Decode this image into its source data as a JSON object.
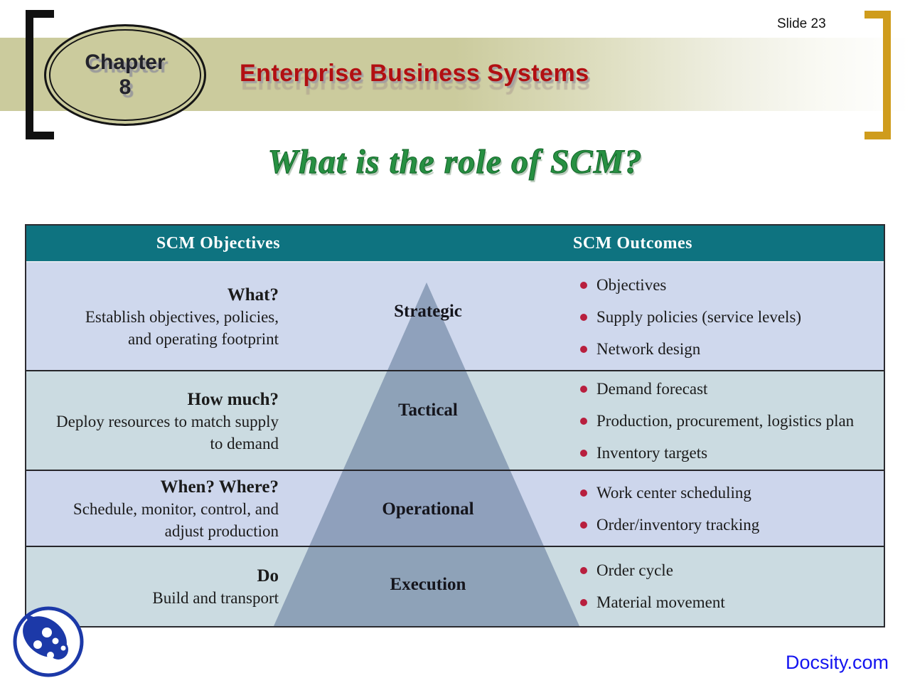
{
  "slide": {
    "slide_number": "Slide 23",
    "chapter_label": "Chapter",
    "chapter_number": "8",
    "course_title": "Enterprise Business Systems",
    "main_title": "What is the role of SCM?",
    "brand_link": "Docsity.com"
  },
  "table": {
    "col_headers": [
      "SCM Objectives",
      "SCM Outcomes"
    ],
    "rows": [
      {
        "question": "What?",
        "objective_lines": [
          "Establish objectives, policies,",
          "and operating footprint"
        ],
        "level": "Strategic",
        "outcomes": [
          "Objectives",
          "Supply policies (service levels)",
          "Network design"
        ]
      },
      {
        "question": "How much?",
        "objective_lines": [
          "Deploy resources to match supply",
          "to demand"
        ],
        "level": "Tactical",
        "outcomes": [
          "Demand forecast",
          "Production, procurement, logistics plan",
          "Inventory targets"
        ]
      },
      {
        "question": "When? Where?",
        "objective_lines": [
          "Schedule, monitor, control, and",
          "adjust production"
        ],
        "level": "Operational",
        "outcomes": [
          "Work center scheduling",
          "Order/inventory tracking"
        ]
      },
      {
        "question": "Do",
        "objective_lines": [
          "Build and transport"
        ],
        "level": "Execution",
        "outcomes": [
          "Order cycle",
          "Material movement"
        ]
      }
    ]
  },
  "colors": {
    "header_teal": "#0e7380",
    "row_lavender": "#cfd8ed",
    "row_bluegray": "#cbdbe1",
    "pyramid_bluegray": "#6a81a0",
    "bullet_crimson": "#b81f3e",
    "band_olive": "#cbcb9d",
    "gold_bracket": "#cf9c1c",
    "course_title_red": "#b20f12",
    "main_title_green": "#279042",
    "brand_blue": "#1414f0"
  },
  "icons": {
    "logo": "docsity-palette-logo",
    "left_bracket": "black-square-bracket",
    "right_bracket": "gold-square-bracket"
  }
}
